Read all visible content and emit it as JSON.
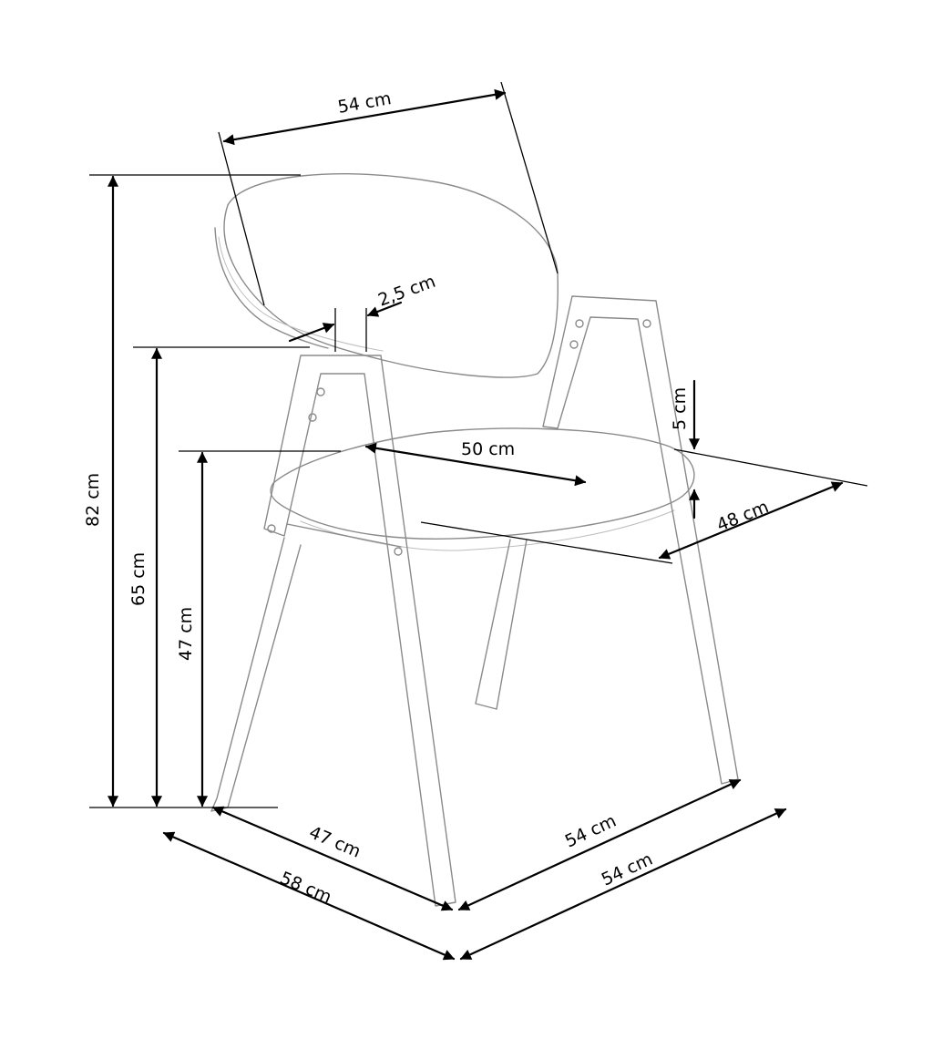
{
  "dimensions": {
    "backrest_width": "54 cm",
    "frame_thickness": "2,5 cm",
    "seat_cushion_thickness": "5 cm",
    "seat_width": "50 cm",
    "seat_depth": "48 cm",
    "total_height": "82 cm",
    "armrest_height": "65 cm",
    "seat_height": "47 cm",
    "leg_depth": "47 cm",
    "leg_width": "54 cm",
    "overall_depth": "58 cm",
    "overall_width": "54 cm"
  }
}
